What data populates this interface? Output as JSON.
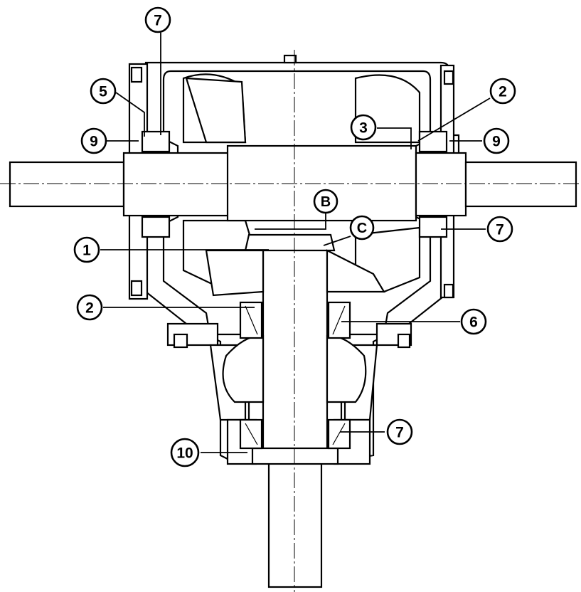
{
  "callouts": [
    {
      "id": "c7-top",
      "label": "7"
    },
    {
      "id": "c5",
      "label": "5"
    },
    {
      "id": "c2-right",
      "label": "2"
    },
    {
      "id": "c3",
      "label": "3"
    },
    {
      "id": "c9-left",
      "label": "9"
    },
    {
      "id": "c9-right",
      "label": "9"
    },
    {
      "id": "cB",
      "label": "B"
    },
    {
      "id": "cC",
      "label": "C"
    },
    {
      "id": "c7-right",
      "label": "7"
    },
    {
      "id": "c1",
      "label": "1"
    },
    {
      "id": "c2-left",
      "label": "2"
    },
    {
      "id": "c6",
      "label": "6"
    },
    {
      "id": "c7-bottom",
      "label": "7"
    },
    {
      "id": "c10",
      "label": "10"
    }
  ]
}
